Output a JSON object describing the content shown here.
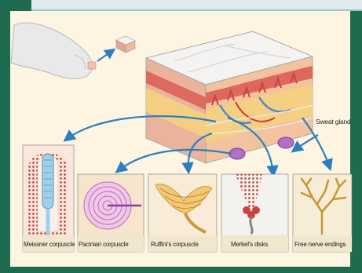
{
  "labels": {
    "sweat_gland": "Sweat gland",
    "meissner": "Meissner corpuscle",
    "pacinian": "Pacinian corpuscle",
    "ruffini": "Ruffini's corpuscle",
    "merkel": "Merkel's disks",
    "free_nerve": "Free nerve endings"
  },
  "colors": {
    "background": "#1f6b4e",
    "panel": "#fdf5e1",
    "arrow": "#2a7fc0",
    "skin_pink": "#f4c3b0",
    "dermis": "#f2c878",
    "tissue_red": "#d9584f",
    "receptor_purple": "#b36fc8"
  }
}
